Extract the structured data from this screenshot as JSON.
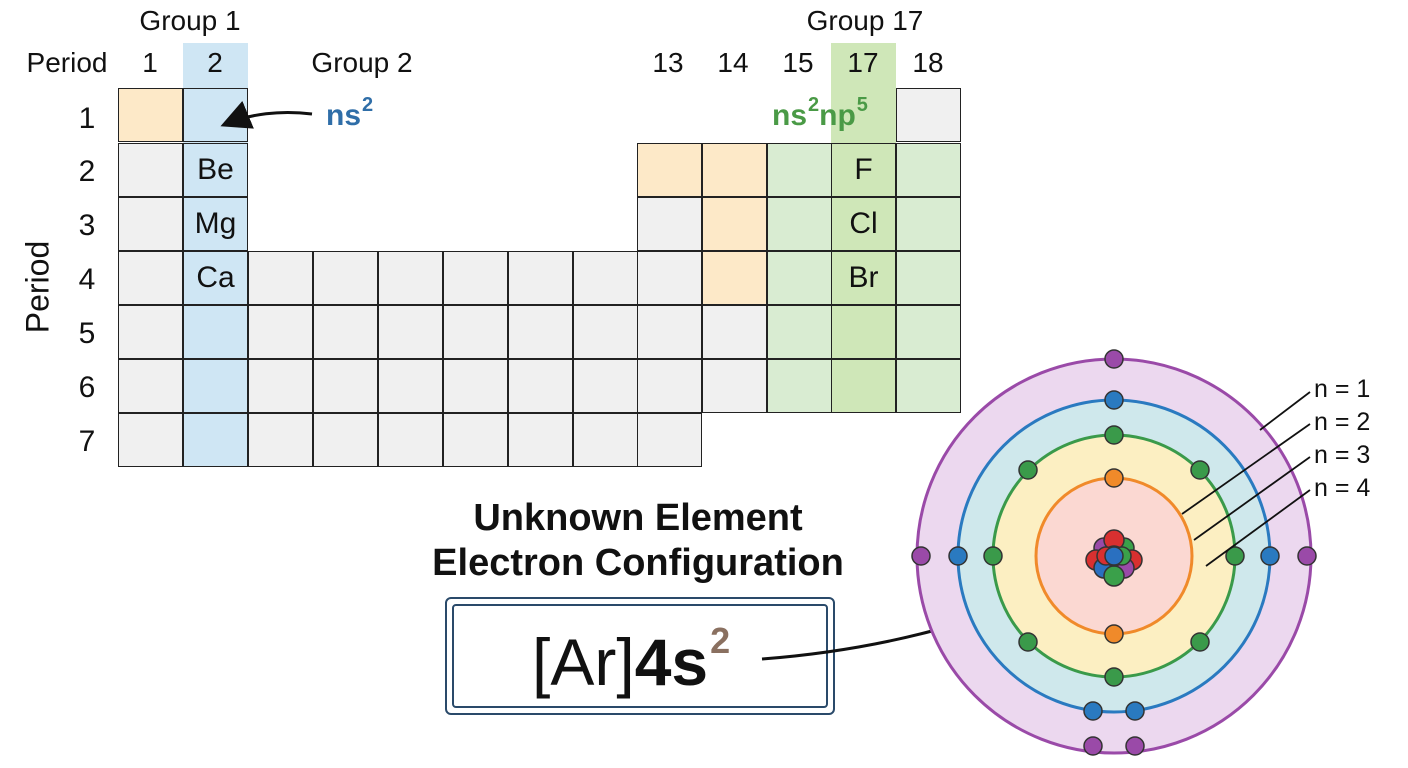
{
  "table": {
    "period_header": "Period",
    "period_axis": "Period",
    "group_labels": {
      "group1": "Group 1",
      "group2": "Group 2",
      "group17": "Group 17"
    },
    "column_numbers": [
      "1",
      "2",
      "13",
      "14",
      "15",
      "17",
      "18"
    ],
    "row_numbers": [
      "1",
      "2",
      "3",
      "4",
      "5",
      "6",
      "7"
    ],
    "elements": {
      "be": "Be",
      "mg": "Mg",
      "ca": "Ca",
      "f": "F",
      "cl": "Cl",
      "br": "Br"
    },
    "colors": {
      "orange": "#fde9c8",
      "gray": "#f0f0f0",
      "green": "#d9ecd2",
      "blue_band": "#cfe6f4",
      "green_band": "#cfe7b8"
    }
  },
  "labels": {
    "group2_config": {
      "base": "ns",
      "sup": "2",
      "color": "#2f6ea8"
    },
    "group17_config": {
      "base1": "ns",
      "sup1": "2",
      "base2": "np",
      "sup2": "5",
      "color": "#4a9a46"
    }
  },
  "unknown": {
    "title_line1": "Unknown Element",
    "title_line2": "Electron Configuration",
    "config_core": "[Ar]",
    "config_shell": "4s",
    "config_exp": "2"
  },
  "atom": {
    "shells": [
      "n = 1",
      "n = 2",
      "n = 3",
      "n = 4"
    ],
    "colors": {
      "n1": "#f08a2a",
      "n2": "#3a9a4a",
      "n3": "#2a7ac0",
      "n4": "#9a4aa8",
      "nucleus_red": "#d83030",
      "nucleus_green": "#3aa04a",
      "nucleus_blue": "#2a70c0",
      "nucleus_purple": "#9a4aa8"
    }
  }
}
